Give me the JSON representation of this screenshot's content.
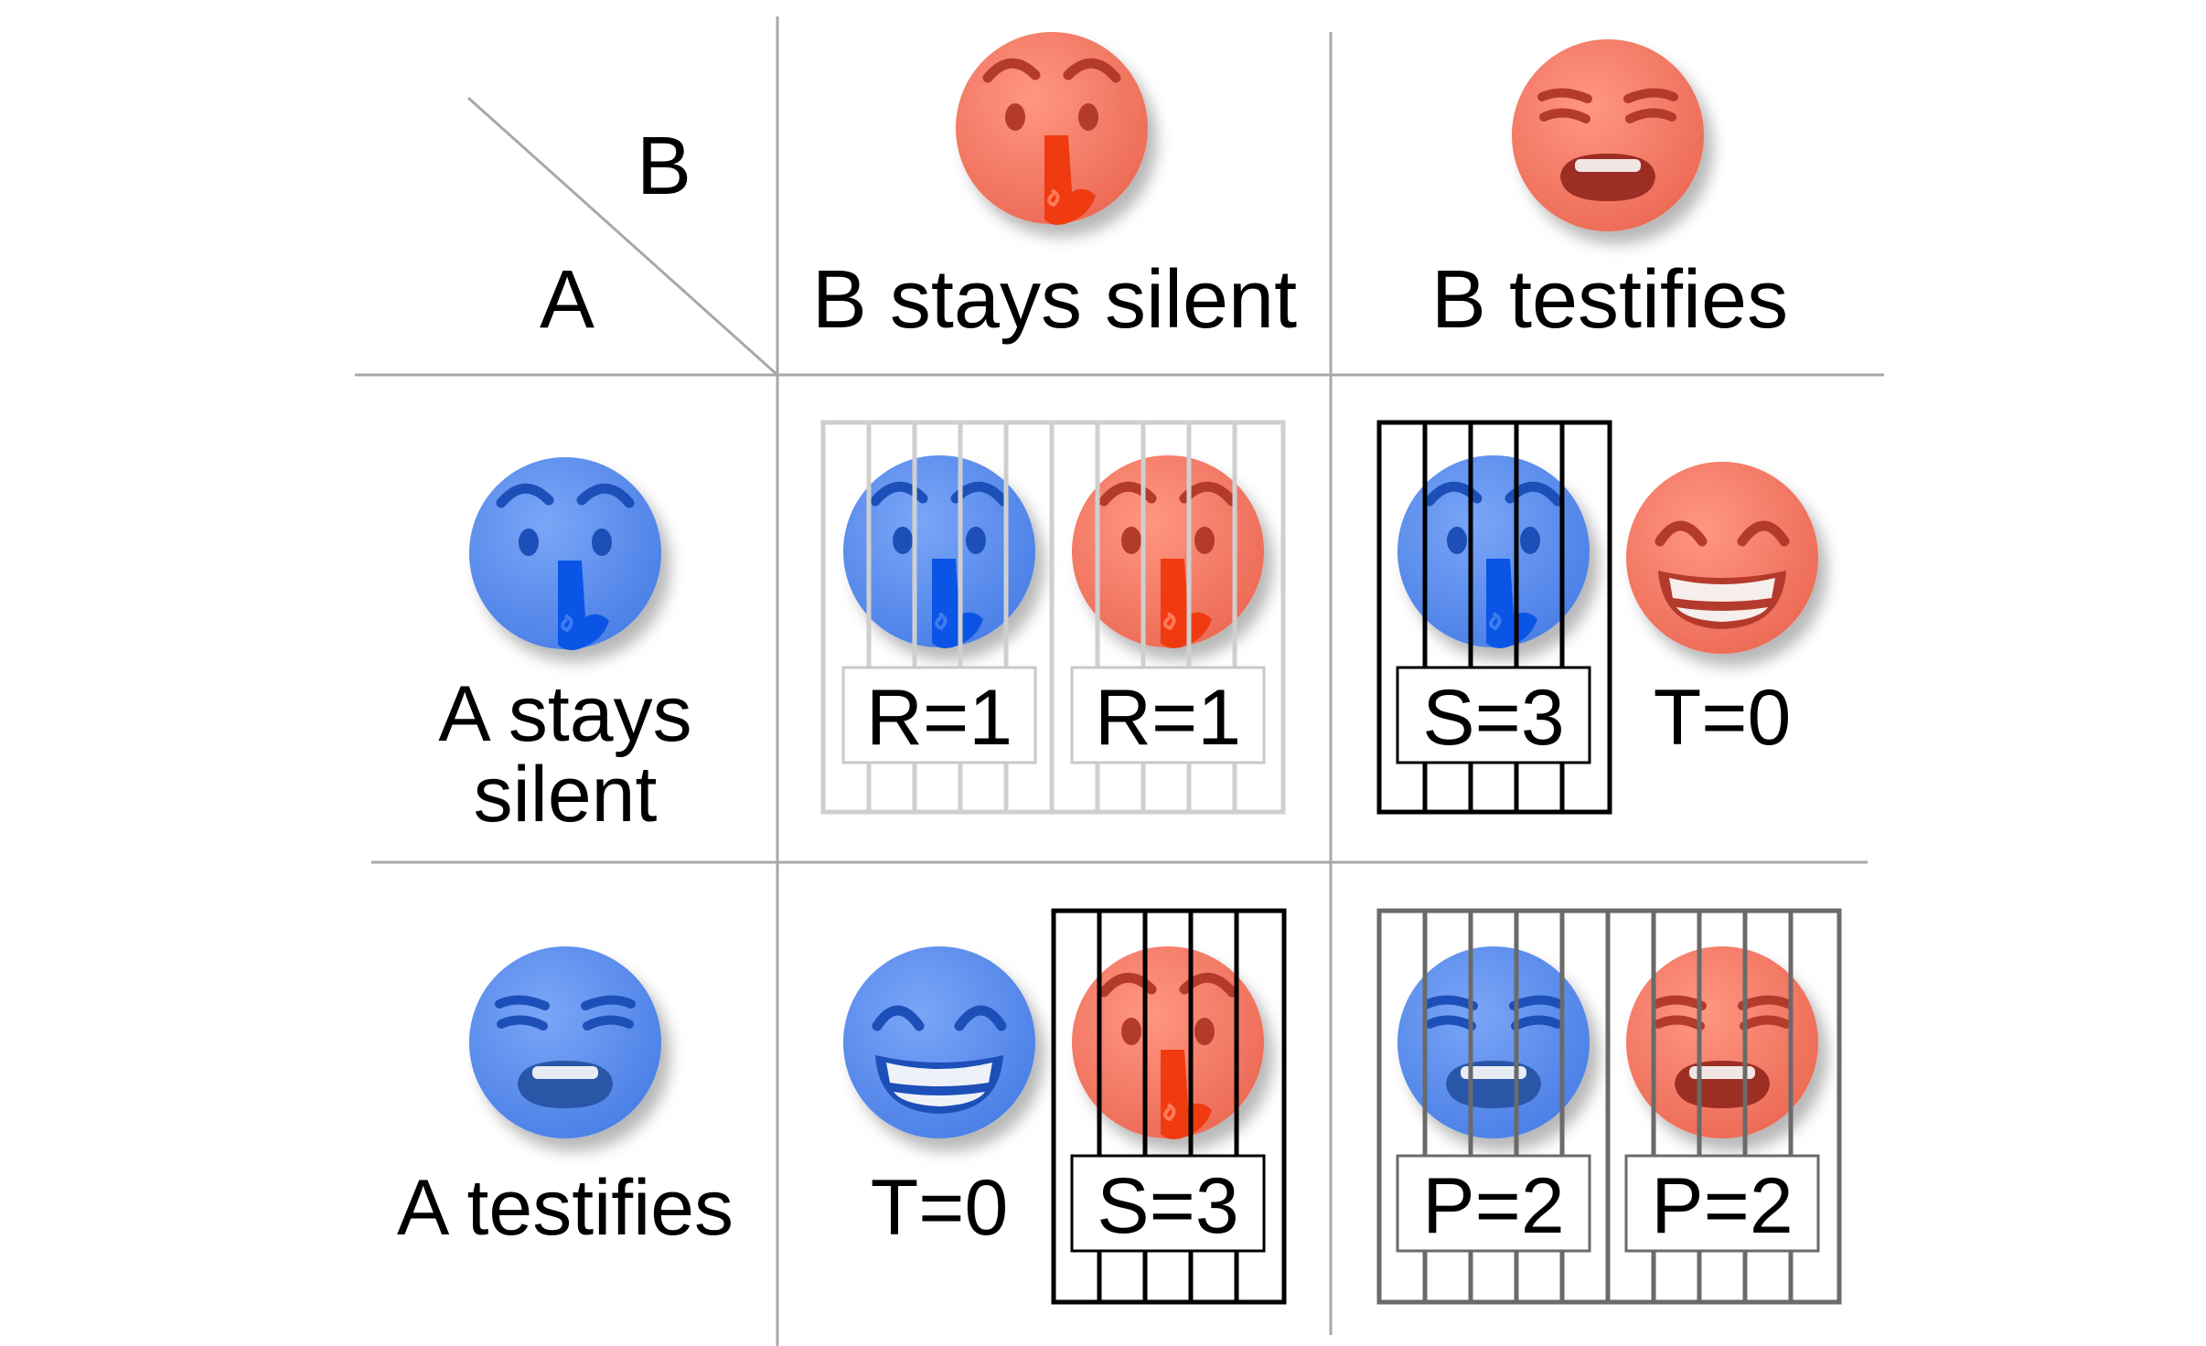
{
  "header": {
    "corner_b": "B",
    "corner_a": "A",
    "col_silent": "B stays silent",
    "col_testify": "B testifies"
  },
  "rows": {
    "silent_line1": "A stays",
    "silent_line2": "silent",
    "testify": "A testifies"
  },
  "payoffs": {
    "ss_a": "R=1",
    "ss_b": "R=1",
    "st_a": "S=3",
    "st_b": "T=0",
    "ts_a": "T=0",
    "ts_b": "S=3",
    "tt_a": "P=2",
    "tt_b": "P=2"
  },
  "colors": {
    "player_a": "#5b8def",
    "player_a_dark": "#1d4fb8",
    "player_b": "#f47a66",
    "player_b_dark": "#b43a2c",
    "finger_a": "#0a55e6",
    "finger_b": "#f03a10",
    "grid": "#a8a8a8",
    "cage_light": "#cfcfcf",
    "cage_black": "#000000",
    "cage_gray": "#6a6a6a"
  }
}
